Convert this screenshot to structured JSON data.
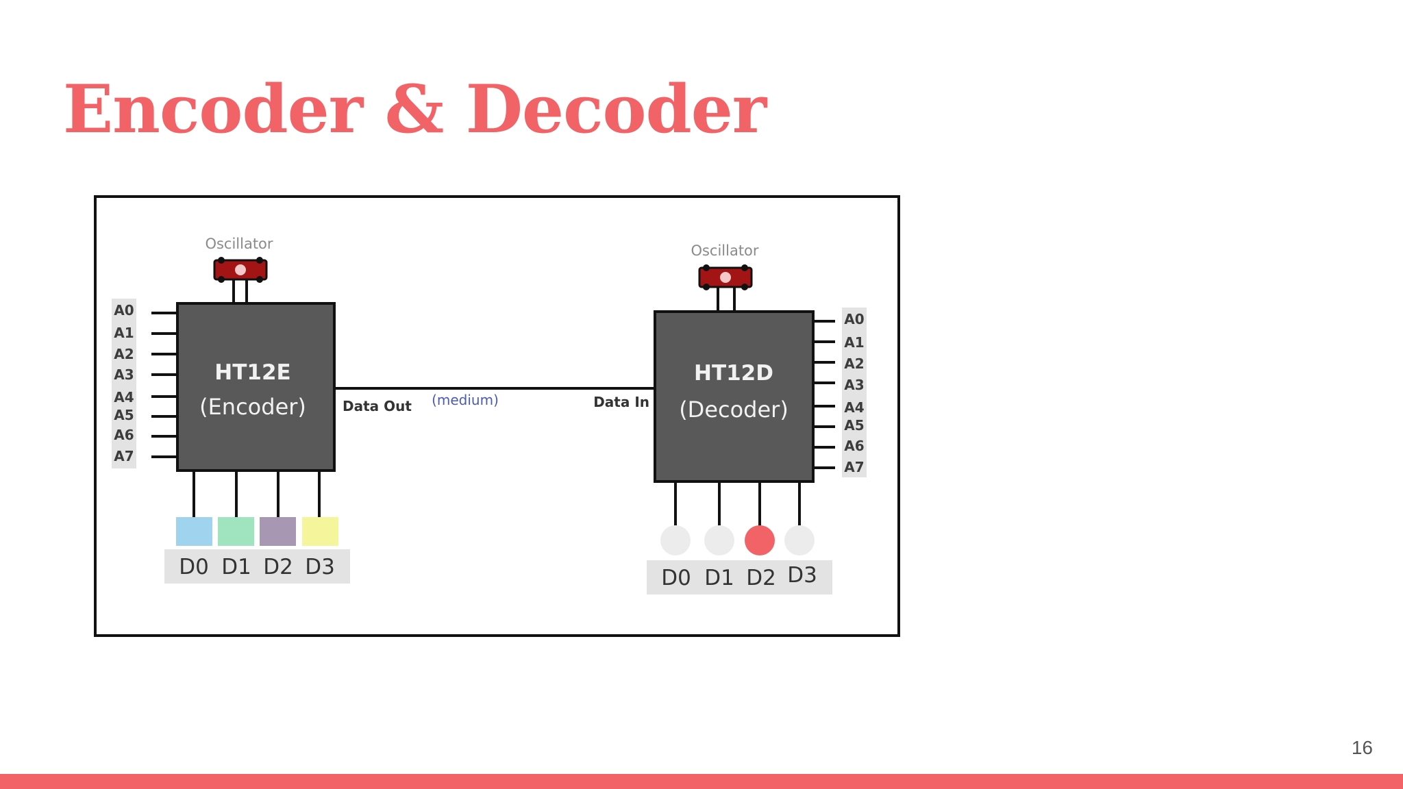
{
  "slide": {
    "title": "Encoder & Decoder",
    "page_number": "16",
    "accent_color": "#f16366"
  },
  "diagram": {
    "encoder": {
      "oscillator_label": "Oscillator",
      "chip_name": "HT12E",
      "chip_role": "(Encoder)",
      "address_pins": [
        "A0",
        "A1",
        "A2",
        "A3",
        "A4",
        "A5",
        "A6",
        "A7"
      ],
      "data_pins": [
        "D0",
        "D1",
        "D2",
        "D3"
      ],
      "data_colors": [
        "#9fd3ee",
        "#9fe3bf",
        "#a897b3",
        "#f5f59c"
      ]
    },
    "decoder": {
      "oscillator_label": "Oscillator",
      "chip_name": "HT12D",
      "chip_role": "(Decoder)",
      "address_pins": [
        "A0",
        "A1",
        "A2",
        "A3",
        "A4",
        "A5",
        "A6",
        "A7"
      ],
      "data_pins": [
        "D0",
        "D1",
        "D2",
        "D3"
      ],
      "output_states": [
        "off",
        "off",
        "on",
        "off"
      ],
      "led_on_color": "#f16366",
      "led_off_color": "#ececec"
    },
    "link": {
      "out_label": "Data Out",
      "medium_label": "(medium)",
      "in_label": "Data In"
    },
    "colors": {
      "chip_fill": "#595959",
      "oscillator_fill": "#a31515",
      "label_bg": "#e3e3e3"
    }
  }
}
